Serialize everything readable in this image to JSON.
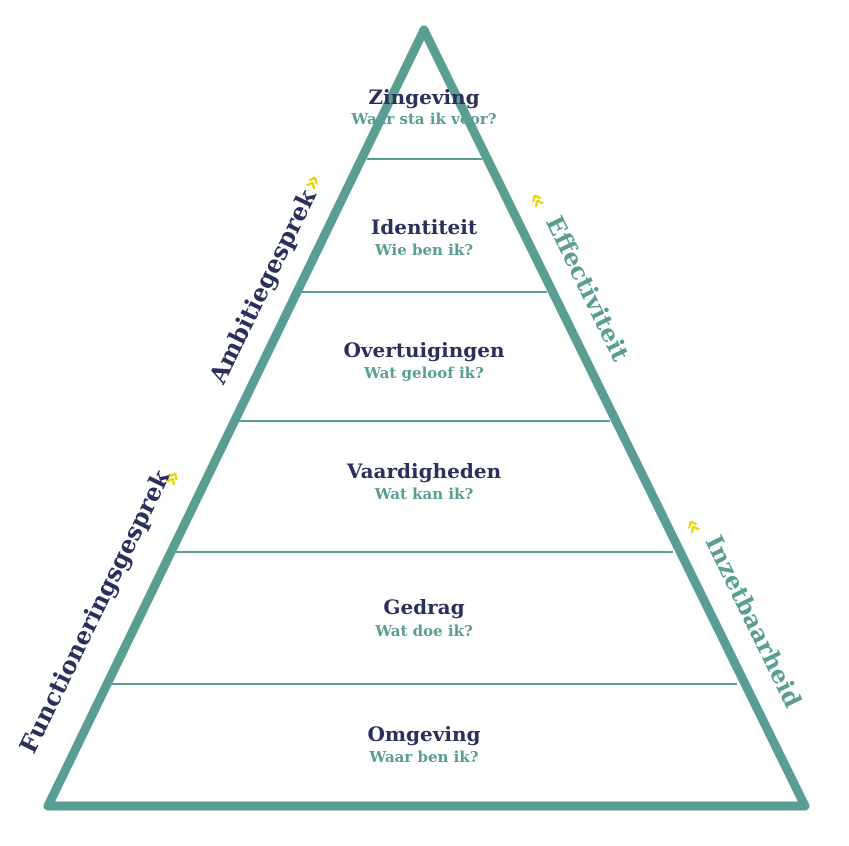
{
  "colors": {
    "frame": "#5a9e93",
    "title": "#2b2f5c",
    "question": "#5a9e93",
    "side_dark": "#2b2f5c",
    "side_teal": "#5a9e93",
    "chevron": "#e8d400"
  },
  "levels": [
    {
      "title": "Zingeving",
      "question": "Waar sta ik voor?"
    },
    {
      "title": "Identiteit",
      "question": "Wie ben ik?"
    },
    {
      "title": "Overtuigingen",
      "question": "Wat geloof ik?"
    },
    {
      "title": "Vaardigheden",
      "question": "Wat kan ik?"
    },
    {
      "title": "Gedrag",
      "question": "Wat doe ik?"
    },
    {
      "title": "Omgeving",
      "question": "Waar ben ik?"
    }
  ],
  "sides": {
    "left_upper": "Ambitiegesprek",
    "left_lower": "Functioneringsgesprek",
    "right_upper": "Effectiviteit",
    "right_lower": "Inzetbaarheid",
    "chevron_right": "»",
    "chevron_left": "«"
  }
}
